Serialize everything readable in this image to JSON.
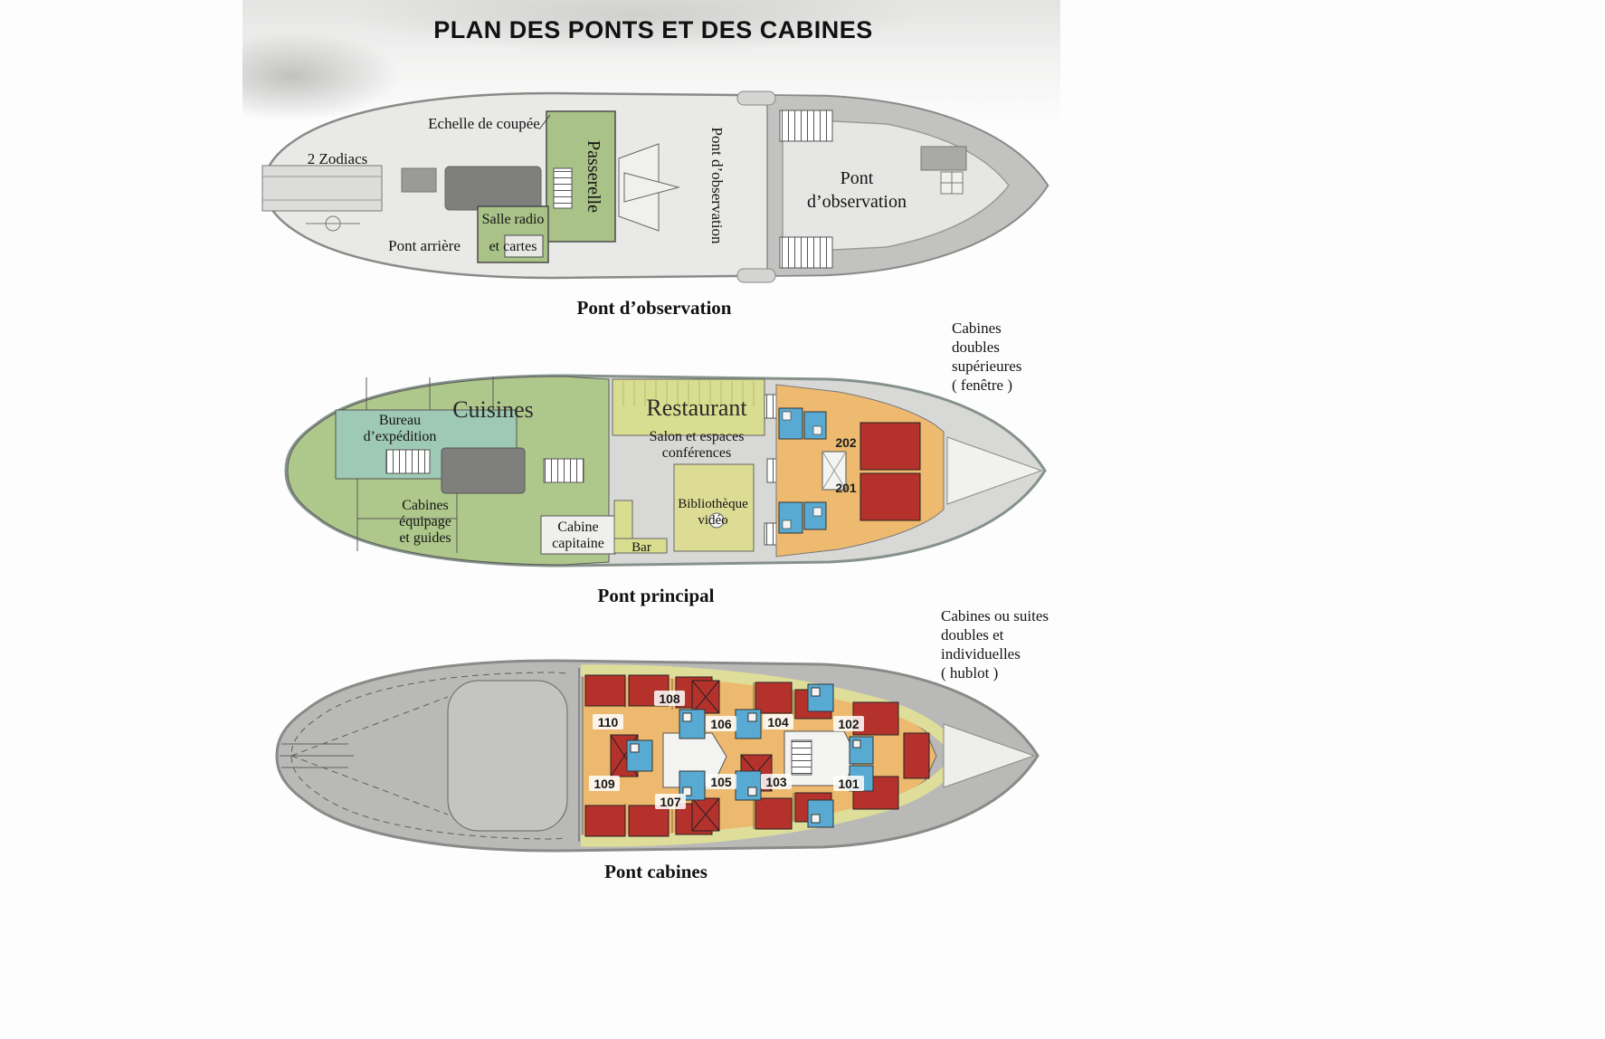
{
  "title": "PLAN DES PONTS ET DES CABINES",
  "deck_observation": {
    "caption": "Pont d’observation",
    "labels": {
      "zodiacs": "2 Zodiacs",
      "echelle": "Echelle de coupée",
      "passerelle": "Passerelle",
      "salle_radio": [
        "Salle radio",
        "et cartes"
      ],
      "pont_arriere": "Pont arrière",
      "pont_observation_vertical": "Pont d’observation",
      "pont_observation_bow": [
        "Pont",
        "d’observation"
      ]
    }
  },
  "deck_principal": {
    "caption": "Pont principal",
    "side_note": [
      "Cabines",
      "doubles",
      "supérieures",
      "( fenêtre )"
    ],
    "labels": {
      "bureau_expedition": [
        "Bureau",
        "d’expédition"
      ],
      "cuisines": "Cuisines",
      "restaurant": "Restaurant",
      "salon": [
        "Salon et espaces",
        "conférences"
      ],
      "cabines_equipage": [
        "Cabines",
        "équipage",
        "et guides"
      ],
      "cabine_capitaine": [
        "Cabine",
        "capitaine"
      ],
      "bibliotheque": [
        "Bibliothèque",
        "vidéo"
      ],
      "bar": "Bar",
      "cabins": [
        "202",
        "201"
      ]
    }
  },
  "deck_cabines": {
    "caption": "Pont cabines",
    "side_note": [
      "Cabines ou suites",
      "doubles et",
      "individuelles",
      "( hublot )"
    ],
    "cabins_top": [
      "110",
      "108",
      "106",
      "104",
      "102"
    ],
    "cabins_bottom": [
      "109",
      "107",
      "105",
      "103",
      "101"
    ]
  },
  "colors": {
    "green_room": "#a9c287",
    "teal_room": "#9ec9b4",
    "yellow_room": "#d9dd90",
    "orange_cabin": "#edba70",
    "red_bed": "#b5322c",
    "blue_bathroom": "#58aad2",
    "hull_gray": "#c9c9c7"
  }
}
